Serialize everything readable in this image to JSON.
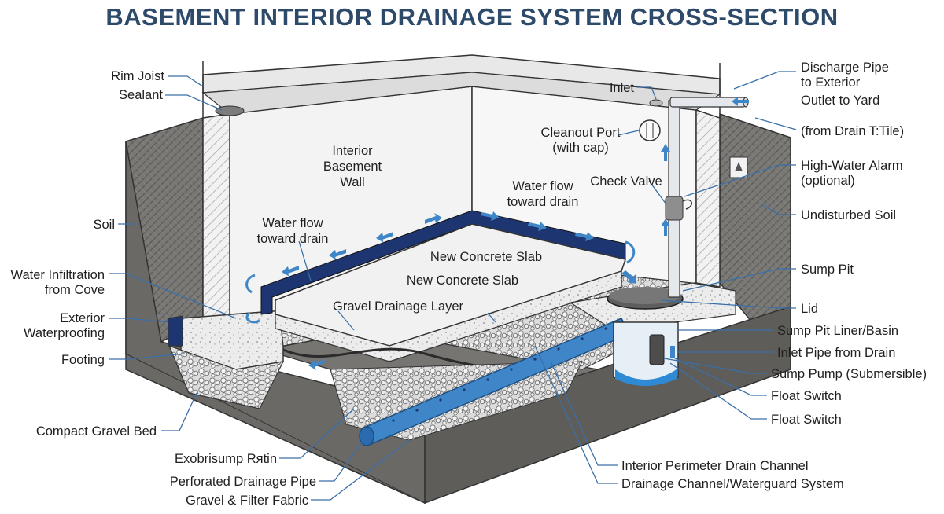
{
  "title": "BASEMENT INTERIOR DRAINAGE SYSTEM CROSS-SECTION",
  "colors": {
    "title": "#2d4a6b",
    "leader": "#3a6fa8",
    "pipe_blue": "#3f86c8",
    "channel_navy": "#1d3570",
    "soil": "#6e6c68",
    "concrete": "#ececec"
  },
  "labels": {
    "rim_joist": "Rim Joist",
    "sealant": "Sealant",
    "interior_wall": [
      "Interior",
      "Basement",
      "Wall"
    ],
    "soil": "Soil",
    "water_flow_left": [
      "Water flow",
      "toward drain"
    ],
    "water_infiltration": [
      "Water Infiltration",
      "from Cove"
    ],
    "exterior_waterproofing": [
      "Exterior",
      "Waterproofing"
    ],
    "footing": "Footing",
    "compact_gravel_bed": "Compact Gravel Bed",
    "exobrisump": "Exobrisump Rᴙtin",
    "perforated_pipe": "Perforated Drainage Pipe",
    "gravel_filter": "Gravel & Filter Fabric",
    "new_slab_1": "New Concrete Slab",
    "new_slab_2": "New Concrete Slab",
    "gravel_layer": "Gravel Drainage Layer",
    "water_flow_right": [
      "Water flow",
      "toward drain"
    ],
    "inlet": "Inlet",
    "cleanout": [
      "Cleanout Port",
      "(with cap)"
    ],
    "check_valve": "Check Valve",
    "discharge": [
      "Discharge Pipe",
      "to Exterior"
    ],
    "outlet": "Outlet to Yard",
    "from_drain_tile": "(from Drain T:Tile)",
    "high_water_alarm": [
      "High-Water Alarm",
      "(optional)"
    ],
    "undisturbed_soil": "Undisturbed Soil",
    "sump_pit": "Sump Pit",
    "lid": "Lid",
    "liner": "Sump Pit Liner/Basin",
    "inlet_pipe": "Inlet Pipe from Drain",
    "sump_pump": "Sump Pump (Submersible)",
    "float_switch_1": "Float Switch",
    "float_switch_2": "Float Switch",
    "perimeter_channel": "Interior Perimeter Drain Channel",
    "waterguard": "Drainage Channel/Waterguard System"
  }
}
